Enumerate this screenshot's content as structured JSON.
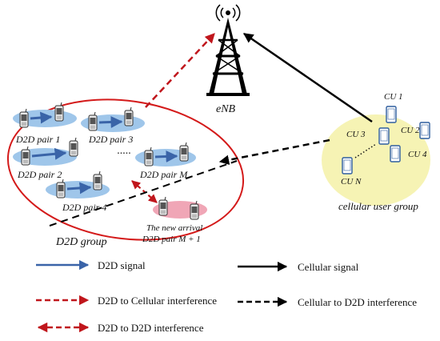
{
  "labels": {
    "enb": "eNB",
    "d2d_group": "D2D group",
    "cellular_user_group": "cellular user group",
    "ellipsis": "·····"
  },
  "d2d_pairs": {
    "p1": "D2D pair 1",
    "p2": "D2D pair 2",
    "p3": "D2D pair 3",
    "p4": "D2D pair 4",
    "pm": "D2D pair M",
    "new_line1": "The new arrival",
    "new_line2": "D2D pair M + 1"
  },
  "cellular_users": {
    "cu1": "CU 1",
    "cu2": "CU 2",
    "cu3": "CU 3",
    "cu4": "CU 4",
    "cun": "CU N"
  },
  "legend": {
    "d2d_signal": "D2D signal",
    "cellular_signal": "Cellular signal",
    "d2d_to_cellular": "D2D to Cellular interference",
    "cellular_to_d2d": "Cellular to D2D interference",
    "d2d_to_d2d": "D2D to D2D interference"
  },
  "colors": {
    "d2d_signal": "#3a64a8",
    "interference_red": "#c0161c",
    "cellular_black": "#000000",
    "pair_highlight_blue": "#9fc6ea",
    "new_pair_highlight": "#f0a6b6",
    "cu_group_fill": "#f6f3b4",
    "d2d_group_border": "#d41a1a"
  }
}
